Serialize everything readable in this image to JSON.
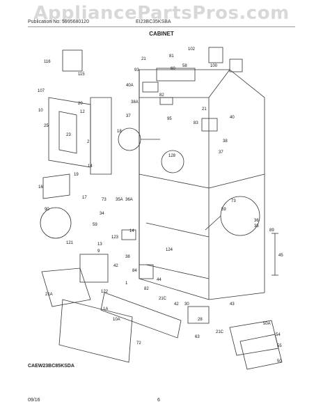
{
  "watermark": "AppliancePartsPros.com",
  "header": {
    "publication": "Publication No: 5995680120",
    "model": "EI23BC35KSBA"
  },
  "section_title": "CABINET",
  "model_note": "CAEW23BC85KSDA",
  "footer": {
    "date": "09/16",
    "page": "6"
  },
  "callouts": [
    "116",
    "115",
    "107",
    "20",
    "10",
    "12",
    "25",
    "23",
    "2",
    "19",
    "16",
    "17",
    "14",
    "18",
    "102",
    "100",
    "81",
    "93",
    "21",
    "58",
    "60",
    "40A",
    "82",
    "38A",
    "37",
    "95",
    "83",
    "40",
    "38",
    "37",
    "128",
    "73",
    "35A",
    "36A",
    "34",
    "59",
    "14",
    "123",
    "121",
    "13",
    "9",
    "38",
    "42",
    "84",
    "44",
    "1",
    "82",
    "21C",
    "90",
    "89",
    "45",
    "124",
    "73",
    "59",
    "36",
    "35",
    "122",
    "21A",
    "1A",
    "10A",
    "72",
    "42",
    "30",
    "28",
    "63",
    "21C",
    "43",
    "50A",
    "54",
    "55",
    "50",
    "21"
  ]
}
